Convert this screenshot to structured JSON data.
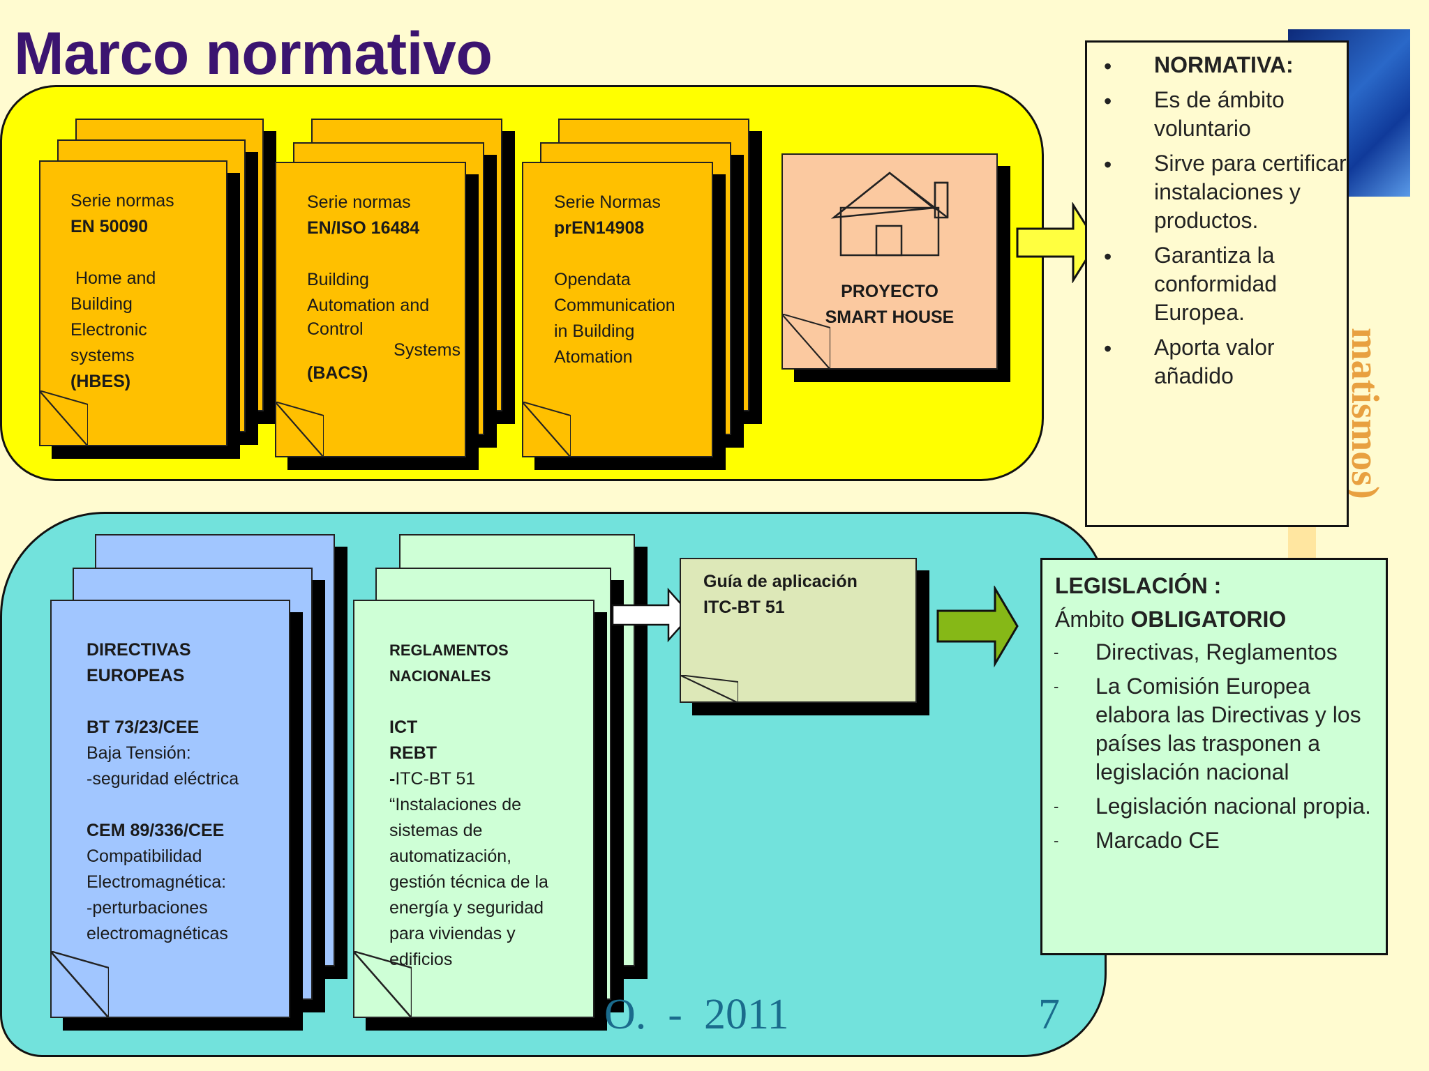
{
  "title": "Marco normativo",
  "normas": [
    {
      "l1": "Serie normas",
      "code": "EN 50090",
      "desc": [
        " Home and",
        "Building",
        "Electronic",
        "systems"
      ],
      "abbr": "(HBES)"
    },
    {
      "l1": "Serie normas",
      "code": "EN/ISO 16484",
      "desc": [
        "Building",
        "Automation and",
        "Control",
        "Systems"
      ],
      "abbr": "(BACS)"
    },
    {
      "l1": "Serie Normas",
      "code": "prEN14908",
      "desc": [
        "Opendata",
        "Communication",
        "in Building",
        "Atomation"
      ],
      "abbr": ""
    }
  ],
  "proyecto": {
    "line1": "PROYECTO",
    "line2": "SMART HOUSE"
  },
  "normativa": {
    "items": [
      "NORMATIVA:",
      "Es de ámbito voluntario",
      "Sirve para certificar instalaciones y productos.",
      "Garantiza la conformidad Europea.",
      "Aporta valor añadido"
    ]
  },
  "directivas": {
    "h1": "DIRECTIVAS",
    "h2": "EUROPEAS",
    "bt_code": "BT 73/23/CEE",
    "bt_l1": "Baja Tensión:",
    "bt_l2": "-seguridad eléctrica",
    "cem_code": "CEM 89/336/CEE",
    "cem_l1": "Compatibilidad",
    "cem_l2": "Electromagnética:",
    "cem_l3": "-perturbaciones",
    "cem_l4": "electromagnéticas"
  },
  "reglamentos": {
    "h1": "REGLAMENTOS",
    "h2": "NACIONALES",
    "ict": "ICT",
    "rebt": "REBT",
    "itc_dash": "-",
    "itc": "ITC-BT 51",
    "lines": [
      "“Instalaciones de",
      "sistemas de",
      "automatización,",
      "gestión técnica de la",
      "energía y seguridad",
      "para viviendas y",
      "edificios"
    ]
  },
  "guia": {
    "l1": "Guía de aplicación",
    "l2": "ITC-BT 51"
  },
  "legislacion": {
    "heading": "LEGISLACIÓN :",
    "ambito_prefix": "Ámbito ",
    "ambito_bold": "OBLIGATORIO",
    "items": [
      "Directivas, Reglamentos",
      "La Comisión Europea elabora las Directivas y los países las trasponen a legislación nacional",
      "Legislación nacional propia.",
      "Marcado CE"
    ]
  },
  "footer": {
    "year": "2011",
    "page": "7",
    "partial": "O.",
    "dash": "-"
  },
  "side_text": "matismos)",
  "colors": {
    "title": "#3b1470",
    "yellow_panel": "#ffff00",
    "cyan_panel": "#72e2dc",
    "orange_doc": "#ffc000",
    "blue_doc": "#a1c6ff",
    "mint_doc": "#ceffd6",
    "green_arrow": "#86b817"
  }
}
